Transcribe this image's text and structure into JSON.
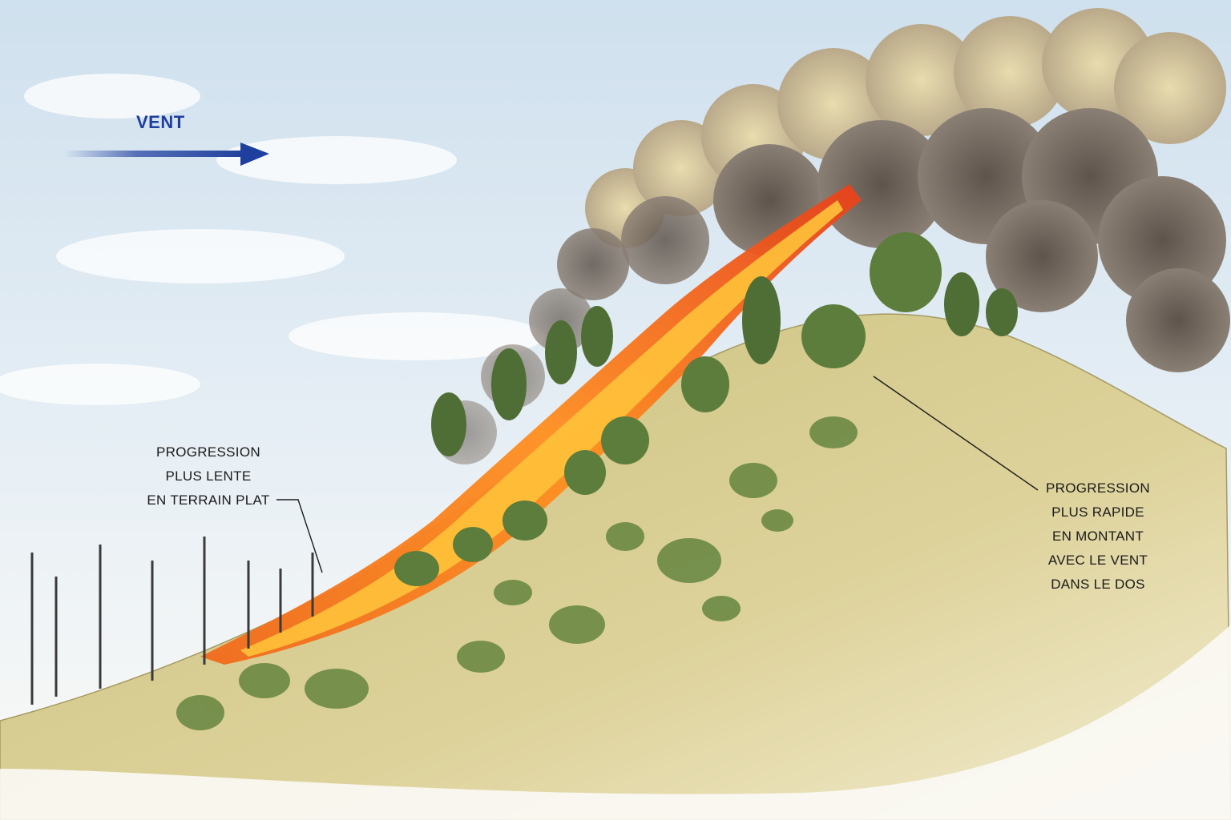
{
  "wind": {
    "label": "VENT",
    "direction": "right",
    "color": "#1f3f9e"
  },
  "annotations": {
    "left": {
      "lines": [
        "PROGRESSION",
        "PLUS LENTE",
        "EN TERRAIN PLAT"
      ]
    },
    "right": {
      "lines": [
        "PROGRESSION",
        "PLUS RAPIDE",
        "EN MONTANT",
        "AVEC LE VENT",
        "DANS LE DOS"
      ]
    }
  },
  "colors": {
    "sky": "#dbe8f3",
    "smoke_light": "#d8c99e",
    "smoke_dark": "#6e6258",
    "fire_outer": "#e8541a",
    "fire_inner": "#ffb52e",
    "hill": "#d6c98a",
    "vegetation": "#6c8a45",
    "burnt_trees": "#3a3a3a"
  }
}
